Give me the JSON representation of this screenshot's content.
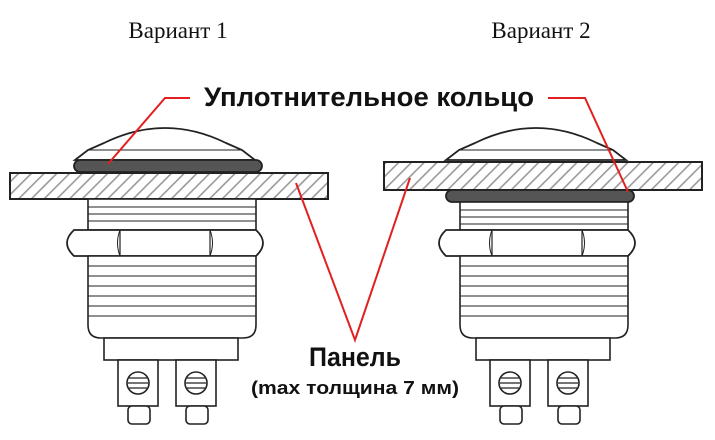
{
  "labels": {
    "variant1": "Вариант 1",
    "variant2": "Вариант 2",
    "seal_ring": "Уплотнительное кольцо",
    "panel": "Панель",
    "panel_note": "(max толщина 7 мм)"
  },
  "colors": {
    "outline": "#222222",
    "seal": "#555555",
    "hatch": "#9a9a9a",
    "leader": "#e32020",
    "text": "#111111"
  }
}
